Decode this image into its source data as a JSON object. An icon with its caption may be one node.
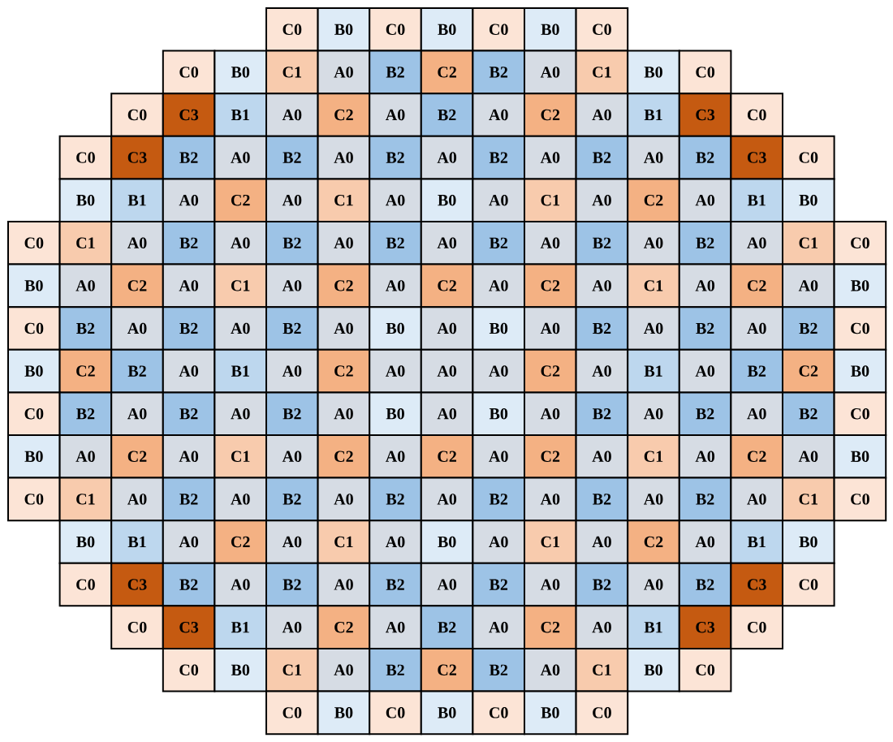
{
  "diagram": {
    "labels": [
      "C0",
      "B0",
      "C0",
      "B0",
      "C0",
      "B0",
      "C0",
      "C0",
      "B0",
      "C1",
      "A0",
      "B2",
      "C2",
      "B2",
      "A0",
      "C1",
      "B0",
      "C0",
      "C0",
      "C3",
      "B1",
      "A0",
      "C2",
      "A0",
      "B2",
      "A0",
      "C2",
      "A0",
      "B1",
      "C3",
      "C0",
      "C0",
      "C3",
      "B2",
      "A0",
      "B2",
      "A0",
      "B2",
      "A0",
      "B2",
      "A0",
      "B2",
      "A0",
      "B2",
      "C3",
      "C0",
      "B0",
      "B1",
      "A0",
      "C2",
      "A0",
      "C1",
      "A0",
      "B0",
      "A0",
      "C1",
      "A0",
      "C2",
      "A0",
      "B1",
      "B0",
      "C0",
      "C1",
      "A0",
      "B2",
      "A0",
      "B2",
      "A0",
      "B2",
      "A0",
      "B2",
      "A0",
      "B2",
      "A0",
      "B2",
      "A0",
      "C1",
      "C0",
      "B0",
      "A0",
      "C2",
      "A0",
      "C1",
      "A0",
      "C2",
      "A0",
      "C2",
      "A0",
      "C2",
      "A0",
      "C1",
      "A0",
      "C2",
      "A0",
      "B0",
      "C0",
      "B2",
      "A0",
      "B2",
      "A0",
      "B2",
      "A0",
      "B0",
      "A0",
      "B0",
      "A0",
      "B2",
      "A0",
      "B2",
      "A0",
      "B2",
      "C0",
      "B0",
      "C2",
      "B2",
      "A0",
      "B1",
      "A0",
      "C2",
      "A0",
      "A0",
      "A0",
      "C2",
      "A0",
      "B1",
      "A0",
      "B2",
      "C2",
      "B0",
      "C0",
      "B2",
      "A0",
      "B2",
      "A0",
      "B2",
      "A0",
      "B0",
      "A0",
      "B0",
      "A0",
      "B2",
      "A0",
      "B2",
      "A0",
      "B2",
      "C0",
      "B0",
      "A0",
      "C2",
      "A0",
      "C1",
      "A0",
      "C2",
      "A0",
      "C2",
      "A0",
      "C2",
      "A0",
      "C1",
      "A0",
      "C2",
      "A0",
      "B0",
      "C0",
      "C1",
      "A0",
      "B2",
      "A0",
      "B2",
      "A0",
      "B2",
      "A0",
      "B2",
      "A0",
      "B2",
      "A0",
      "B2",
      "A0",
      "C1",
      "C0",
      "B0",
      "B1",
      "A0",
      "C2",
      "A0",
      "C1",
      "A0",
      "B0",
      "A0",
      "C1",
      "A0",
      "C2",
      "A0",
      "B1",
      "B0",
      "C0",
      "C3",
      "B2",
      "A0",
      "B2",
      "A0",
      "B2",
      "A0",
      "B2",
      "A0",
      "B2",
      "A0",
      "B2",
      "C3",
      "C0",
      "C0",
      "C3",
      "B1",
      "A0",
      "C2",
      "A0",
      "B2",
      "A0",
      "C2",
      "A0",
      "B1",
      "C3",
      "C0",
      "C0",
      "B0",
      "C1",
      "A0",
      "B2",
      "C2",
      "B2",
      "A0",
      "C1",
      "B0",
      "C0",
      "C0",
      "B0",
      "C0",
      "B0",
      "C0",
      "B0",
      "C0"
    ]
  }
}
